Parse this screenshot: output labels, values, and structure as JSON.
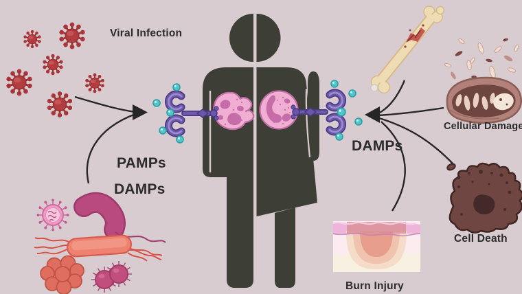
{
  "title": "PAMPs and DAMPs immune activation diagram",
  "labels": {
    "viral_infection": "Viral Infection",
    "pamps": "PAMPs",
    "damps_left": "DAMPs",
    "damps_right": "DAMPs",
    "cellular_damage": "Cellular Damage",
    "cell_death": "Cell Death",
    "burn_injury": "Burn Injury"
  },
  "scene": {
    "left_sources": [
      "virus-particles",
      "enveloped-virus",
      "vibrio-bacterium",
      "bacillus-bacterium",
      "staphylococcus-cluster",
      "diplococcus-pair"
    ],
    "right_sources": [
      "fractured-bone",
      "damaged-mitochondrion",
      "dying-cell",
      "burned-skin"
    ],
    "center": [
      "split-human-silhouette",
      "macrophage-cell",
      "monocyte-cell",
      "toll-like-receptor-left",
      "toll-like-receptor-right",
      "cytokine-molecules"
    ]
  },
  "colors": {
    "background": "#d8ccd1",
    "silhouette": "#3d3e36",
    "label_text": "#2b2b2b",
    "arrow": "#262626",
    "virus_red": "#b23c3e",
    "cell_pink": "#efaed2",
    "cell_nucleus_pink": "#c66ca8",
    "receptor_purple": "#6b57a9",
    "cytokine_teal": "#52c6cb",
    "bone_cream": "#eedcb5",
    "mitochondrion_brown": "#b28179",
    "dead_cell_brown": "#6f4642",
    "burn_center_salmon": "#e69d8c",
    "epidermis_pink": "#efb4da"
  }
}
